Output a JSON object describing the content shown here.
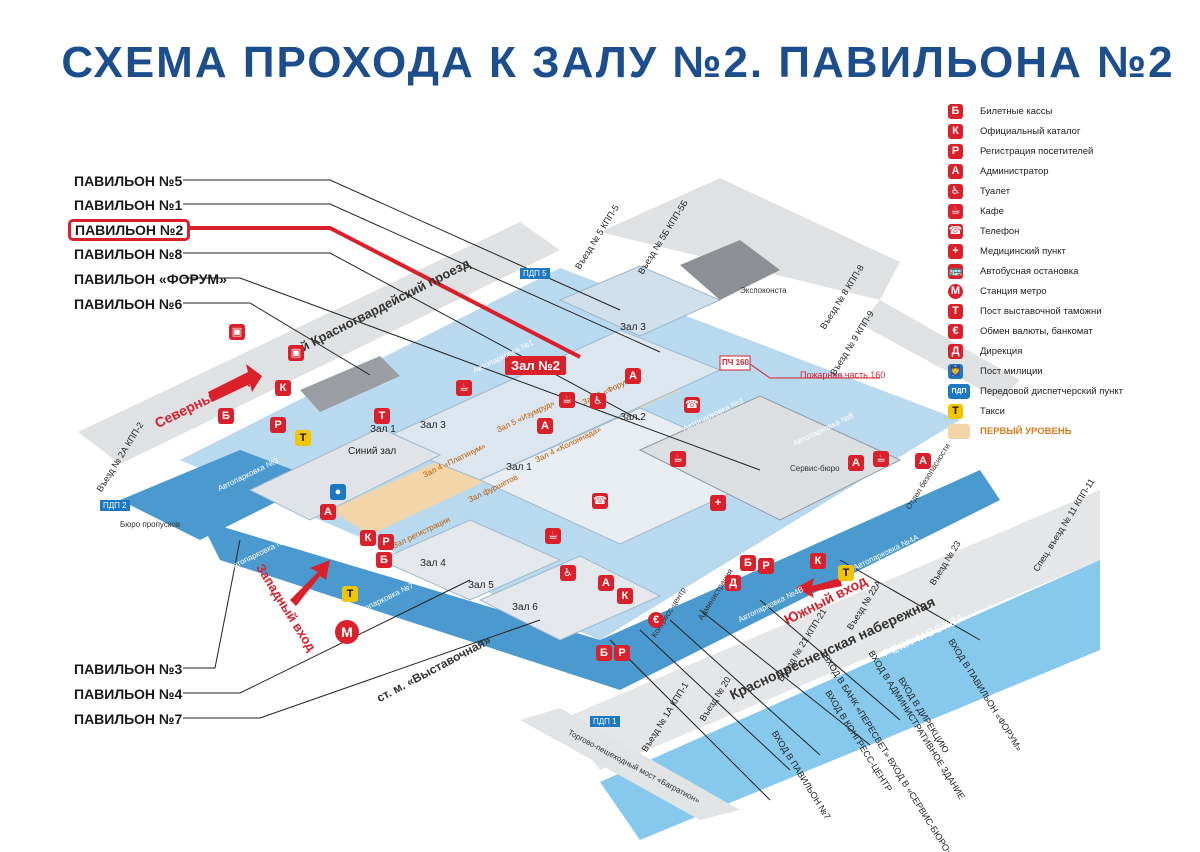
{
  "title": "СХЕМА ПРОХОДА К ЗАЛУ №2. ПАВИЛЬОНА №2",
  "pavilions_left": [
    "ПАВИЛЬОН №5",
    "ПАВИЛЬОН №1",
    "ПАВИЛЬОН №2",
    "ПАВИЛЬОН №8",
    "ПАВИЛЬОН «ФОРУМ»",
    "ПАВИЛЬОН №6"
  ],
  "pavilions_bottom": [
    "ПАВИЛЬОН №3",
    "ПАВИЛЬОН №4",
    "ПАВИЛЬОН №7"
  ],
  "target_label": "Зал №2",
  "fire_station": {
    "badge": "ПЧ 160",
    "label": "Пожарная часть 160"
  },
  "legend": [
    {
      "letter": "Б",
      "text": "Билетные кассы"
    },
    {
      "letter": "К",
      "text": "Официальный каталог"
    },
    {
      "letter": "Р",
      "text": "Регистрация посетителей"
    },
    {
      "letter": "А",
      "text": "Администратор"
    },
    {
      "letter": "♿",
      "text": "Туалет"
    },
    {
      "letter": "☕",
      "text": "Кафе"
    },
    {
      "letter": "☎",
      "text": "Телефон"
    },
    {
      "letter": "+",
      "text": "Медицинский пункт"
    },
    {
      "letter": "🚌",
      "text": "Автобусная остановка"
    },
    {
      "letter": "М",
      "text": "Станция метро"
    },
    {
      "letter": "Т",
      "text": "Пост выставочной таможни"
    },
    {
      "letter": "€",
      "text": "Обмен валюты, банкомат"
    },
    {
      "letter": "Д",
      "text": "Дирекция"
    },
    {
      "letter": "👮",
      "text": "Пост милиции"
    },
    {
      "letter": "ПДП",
      "text": "Передовой диспетчерский пункт"
    },
    {
      "letter": "Т",
      "text": "Такси"
    },
    {
      "letter": "",
      "text": "ПЕРВЫЙ УРОВЕНЬ"
    }
  ],
  "entrances": {
    "north": "Северный вход",
    "west": "Западный вход",
    "south": "Южный вход"
  },
  "roads": {
    "proezd": "1-й Красногвардейский проезд",
    "embankment": "Краснопресненская набережная",
    "river": "РЕКА МОСКВА"
  },
  "metro": "ст. м. «Выставочная»",
  "ppd": [
    "ПДП 5",
    "ПДП 2",
    "ПДП 1"
  ],
  "parking": [
    "Автопарковка №1",
    "Автопарковка №2",
    "Автопарковка №3",
    "Автопарковка №3А",
    "Автопарковка №7",
    "Автопарковка №4А",
    "Автопарковка №4В",
    "Автопарковка №8"
  ],
  "halls": [
    "Зал 1",
    "Зал 1",
    "Зал 2",
    "Зал 3",
    "Зал 4",
    "Зал 5",
    "Зал 6",
    "Зал 3",
    "Синий зал"
  ],
  "hall_signs": [
    "Зал 4 «Платинум»",
    "Зал 4 «Колоннада»",
    "Зал фуршетов",
    "Зал регистрации",
    "Зал 5 «Изумруд»",
    "Зал 6 «Форум»"
  ],
  "gates": [
    {
      "text": "Въезд № 5 КПП-5"
    },
    {
      "text": "Въезд № 5Б КПП-5Б"
    },
    {
      "text": "Въезд № 8 КПП-8"
    },
    {
      "text": "Въезд № 9 КПП-9"
    },
    {
      "text": "Въезд № 2А КПП-2"
    },
    {
      "text": "Спец. въезд № 11 КПП-11"
    },
    {
      "text": "Въезд № 23"
    },
    {
      "text": "Въезд № 22А"
    },
    {
      "text": "Въезд № 21 КПП-21"
    },
    {
      "text": "Въезд № 20"
    },
    {
      "text": "Въезд № 1А КПП-1"
    }
  ],
  "misc_labels": [
    "Экспоконста",
    "Бюро пропусков",
    "Отдел безопасности",
    "Сервис-бюро",
    "Конгресс-центр",
    "Администрация",
    "Торгово-пешеходный мост «Багратион»"
  ],
  "exits": [
    "ВХОД В ПАВИЛЬОН «ФОРУМ»",
    "ВХОД В ДИРЕКЦИЮ",
    "ВХОД В АДМИНИСТРАТИВНОЕ ЗДАНИЕ",
    "ВХОД В КОНГРЕСС-ЦЕНТР",
    "ВХОД В БАНК «ПЕРЕСВЕТ» ВХОД В «СЕРВИС-БЮРО»",
    "ВХОД В ПАВИЛЬОН №7"
  ],
  "colors": {
    "title": "#1c4e8e",
    "accent_red": "#d9202b",
    "parking_blue": "#1c78c0",
    "water_blue": "#86c9ec",
    "floor_light": "#b9d9ef",
    "first_level": "#f2d5a8",
    "taxi": "#f3c400"
  }
}
